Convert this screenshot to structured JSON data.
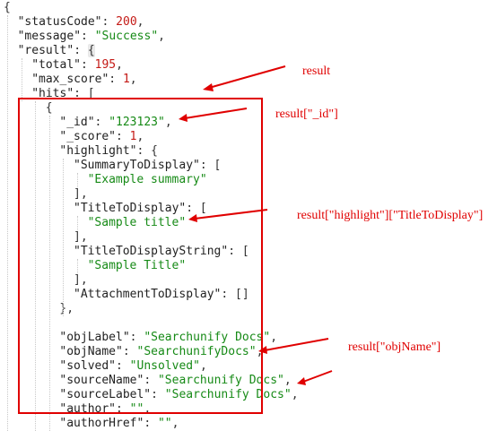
{
  "json_view": {
    "lines": [
      {
        "segs": [
          [
            "p",
            "{"
          ]
        ]
      },
      {
        "segs": [
          [
            "k",
            "\"statusCode\""
          ],
          [
            "p",
            ": "
          ],
          [
            "n",
            "200"
          ],
          [
            "p",
            ","
          ]
        ]
      },
      {
        "segs": [
          [
            "k",
            "\"message\""
          ],
          [
            "p",
            ": "
          ],
          [
            "s",
            "\"Success\""
          ],
          [
            "p",
            ","
          ]
        ]
      },
      {
        "segs": [
          [
            "k",
            "\"result\""
          ],
          [
            "p",
            ": "
          ],
          [
            "h",
            "{"
          ]
        ]
      },
      {
        "segs": [
          [
            "k",
            "\"total\""
          ],
          [
            "p",
            ": "
          ],
          [
            "n",
            "195"
          ],
          [
            "p",
            ","
          ]
        ]
      },
      {
        "segs": [
          [
            "k",
            "\"max_score\""
          ],
          [
            "p",
            ": "
          ],
          [
            "n",
            "1"
          ],
          [
            "p",
            ","
          ]
        ]
      },
      {
        "segs": [
          [
            "k",
            "\"hits\""
          ],
          [
            "p",
            ": ["
          ]
        ]
      },
      {
        "segs": [
          [
            "p",
            "{"
          ]
        ]
      },
      {
        "segs": [
          [
            "k",
            "\"_id\""
          ],
          [
            "p",
            ": "
          ],
          [
            "s",
            "\"123123\""
          ],
          [
            "p",
            ","
          ]
        ]
      },
      {
        "segs": [
          [
            "k",
            "\"_score\""
          ],
          [
            "p",
            ": "
          ],
          [
            "n",
            "1"
          ],
          [
            "p",
            ","
          ]
        ]
      },
      {
        "segs": [
          [
            "k",
            "\"highlight\""
          ],
          [
            "p",
            ": {"
          ]
        ]
      },
      {
        "segs": [
          [
            "k",
            "\"SummaryToDisplay\""
          ],
          [
            "p",
            ": ["
          ]
        ]
      },
      {
        "segs": [
          [
            "s",
            "\"Example summary\""
          ]
        ]
      },
      {
        "segs": [
          [
            "p",
            "],"
          ]
        ]
      },
      {
        "segs": [
          [
            "k",
            "\"TitleToDisplay\""
          ],
          [
            "p",
            ": ["
          ]
        ]
      },
      {
        "segs": [
          [
            "s",
            "\"Sample title\""
          ]
        ]
      },
      {
        "segs": [
          [
            "p",
            "],"
          ]
        ]
      },
      {
        "segs": [
          [
            "k",
            "\"TitleToDisplayString\""
          ],
          [
            "p",
            ": ["
          ]
        ]
      },
      {
        "segs": [
          [
            "s",
            "\"Sample Title\""
          ]
        ]
      },
      {
        "segs": [
          [
            "p",
            "],"
          ]
        ]
      },
      {
        "segs": [
          [
            "k",
            "\"AttachmentToDisplay\""
          ],
          [
            "p",
            ": []"
          ]
        ]
      },
      {
        "segs": [
          [
            "p",
            "},"
          ]
        ]
      },
      {
        "segs": []
      },
      {
        "segs": [
          [
            "k",
            "\"objLabel\""
          ],
          [
            "p",
            ": "
          ],
          [
            "s",
            "\"Searchunify Docs\""
          ],
          [
            "p",
            ","
          ]
        ]
      },
      {
        "segs": [
          [
            "k",
            "\"objName\""
          ],
          [
            "p",
            ": "
          ],
          [
            "s",
            "\"SearchunifyDocs\""
          ],
          [
            "p",
            ","
          ]
        ]
      },
      {
        "segs": [
          [
            "k",
            "\"solved\""
          ],
          [
            "p",
            ": "
          ],
          [
            "s",
            "\"Unsolved\""
          ],
          [
            "p",
            ","
          ]
        ]
      },
      {
        "segs": [
          [
            "k",
            "\"sourceName\""
          ],
          [
            "p",
            ": "
          ],
          [
            "s",
            "\"Searchunify Docs\""
          ],
          [
            "p",
            ","
          ]
        ]
      },
      {
        "segs": [
          [
            "k",
            "\"sourceLabel\""
          ],
          [
            "p",
            ": "
          ],
          [
            "s",
            "\"Searchunify Docs\""
          ],
          [
            "p",
            ","
          ]
        ]
      },
      {
        "segs": [
          [
            "k",
            "\"author\""
          ],
          [
            "p",
            ": "
          ],
          [
            "s",
            "\"\""
          ],
          [
            "p",
            ","
          ]
        ]
      },
      {
        "segs": [
          [
            "k",
            "\"authorHref\""
          ],
          [
            "p",
            ": "
          ],
          [
            "s",
            "\"\""
          ],
          [
            "p",
            ","
          ]
        ]
      }
    ]
  },
  "annotations": [
    {
      "label": "result"
    },
    {
      "label": "result[\"_id\"]"
    },
    {
      "label": "result[\"highlight\"][\"TitleToDisplay\"]"
    },
    {
      "label": "result[\"objName\"]"
    }
  ],
  "colors": {
    "annotation": "#e00000",
    "string": "#168a16",
    "number": "#c41a16",
    "key": "#222222"
  }
}
